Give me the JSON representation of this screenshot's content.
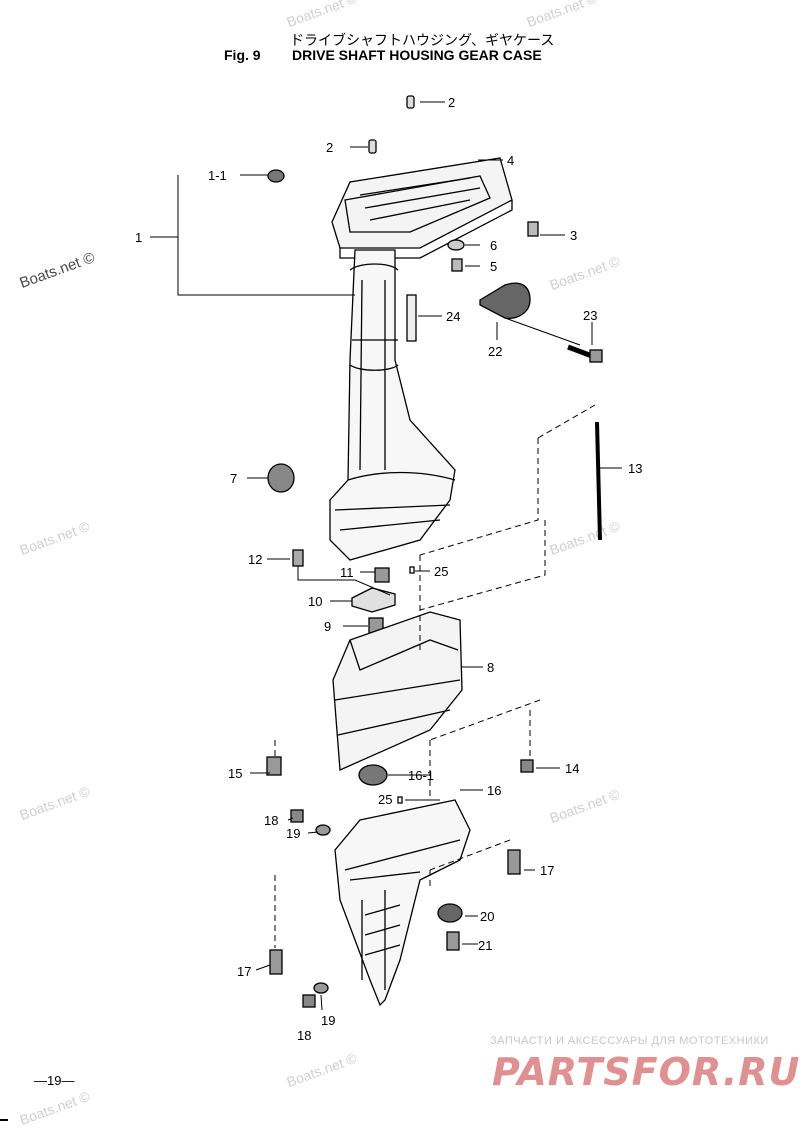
{
  "header": {
    "japanese_title": "ドライブシャフトハウジング、ギヤケース",
    "fig_label": "Fig. 9",
    "title": "DRIVE SHAFT HOUSING GEAR CASE"
  },
  "callouts": [
    "2",
    "2",
    "4",
    "1-1",
    "1",
    "3",
    "6",
    "5",
    "24",
    "23",
    "22",
    "13",
    "7",
    "12",
    "11",
    "25",
    "10",
    "9",
    "8",
    "15",
    "14",
    "16-1",
    "16",
    "25",
    "18",
    "19",
    "17",
    "20",
    "21",
    "17",
    "18",
    "19"
  ],
  "watermarks": [
    "Boats.net ©",
    "Boats.net ©",
    "Boats.net ©",
    "Boats.net ©",
    "Boats.net ©",
    "Boats.net ©",
    "Boats.net ©",
    "Boats.net ©",
    "Boats.net ©",
    "Boats.net ©"
  ],
  "footer": {
    "page_number": "—19—",
    "brand_tagline": "ЗАПЧАСТИ И АКСЕССУАРЫ ДЛЯ МОТОТЕХНИКИ",
    "brand_name": "PARTSFOR.RU"
  }
}
